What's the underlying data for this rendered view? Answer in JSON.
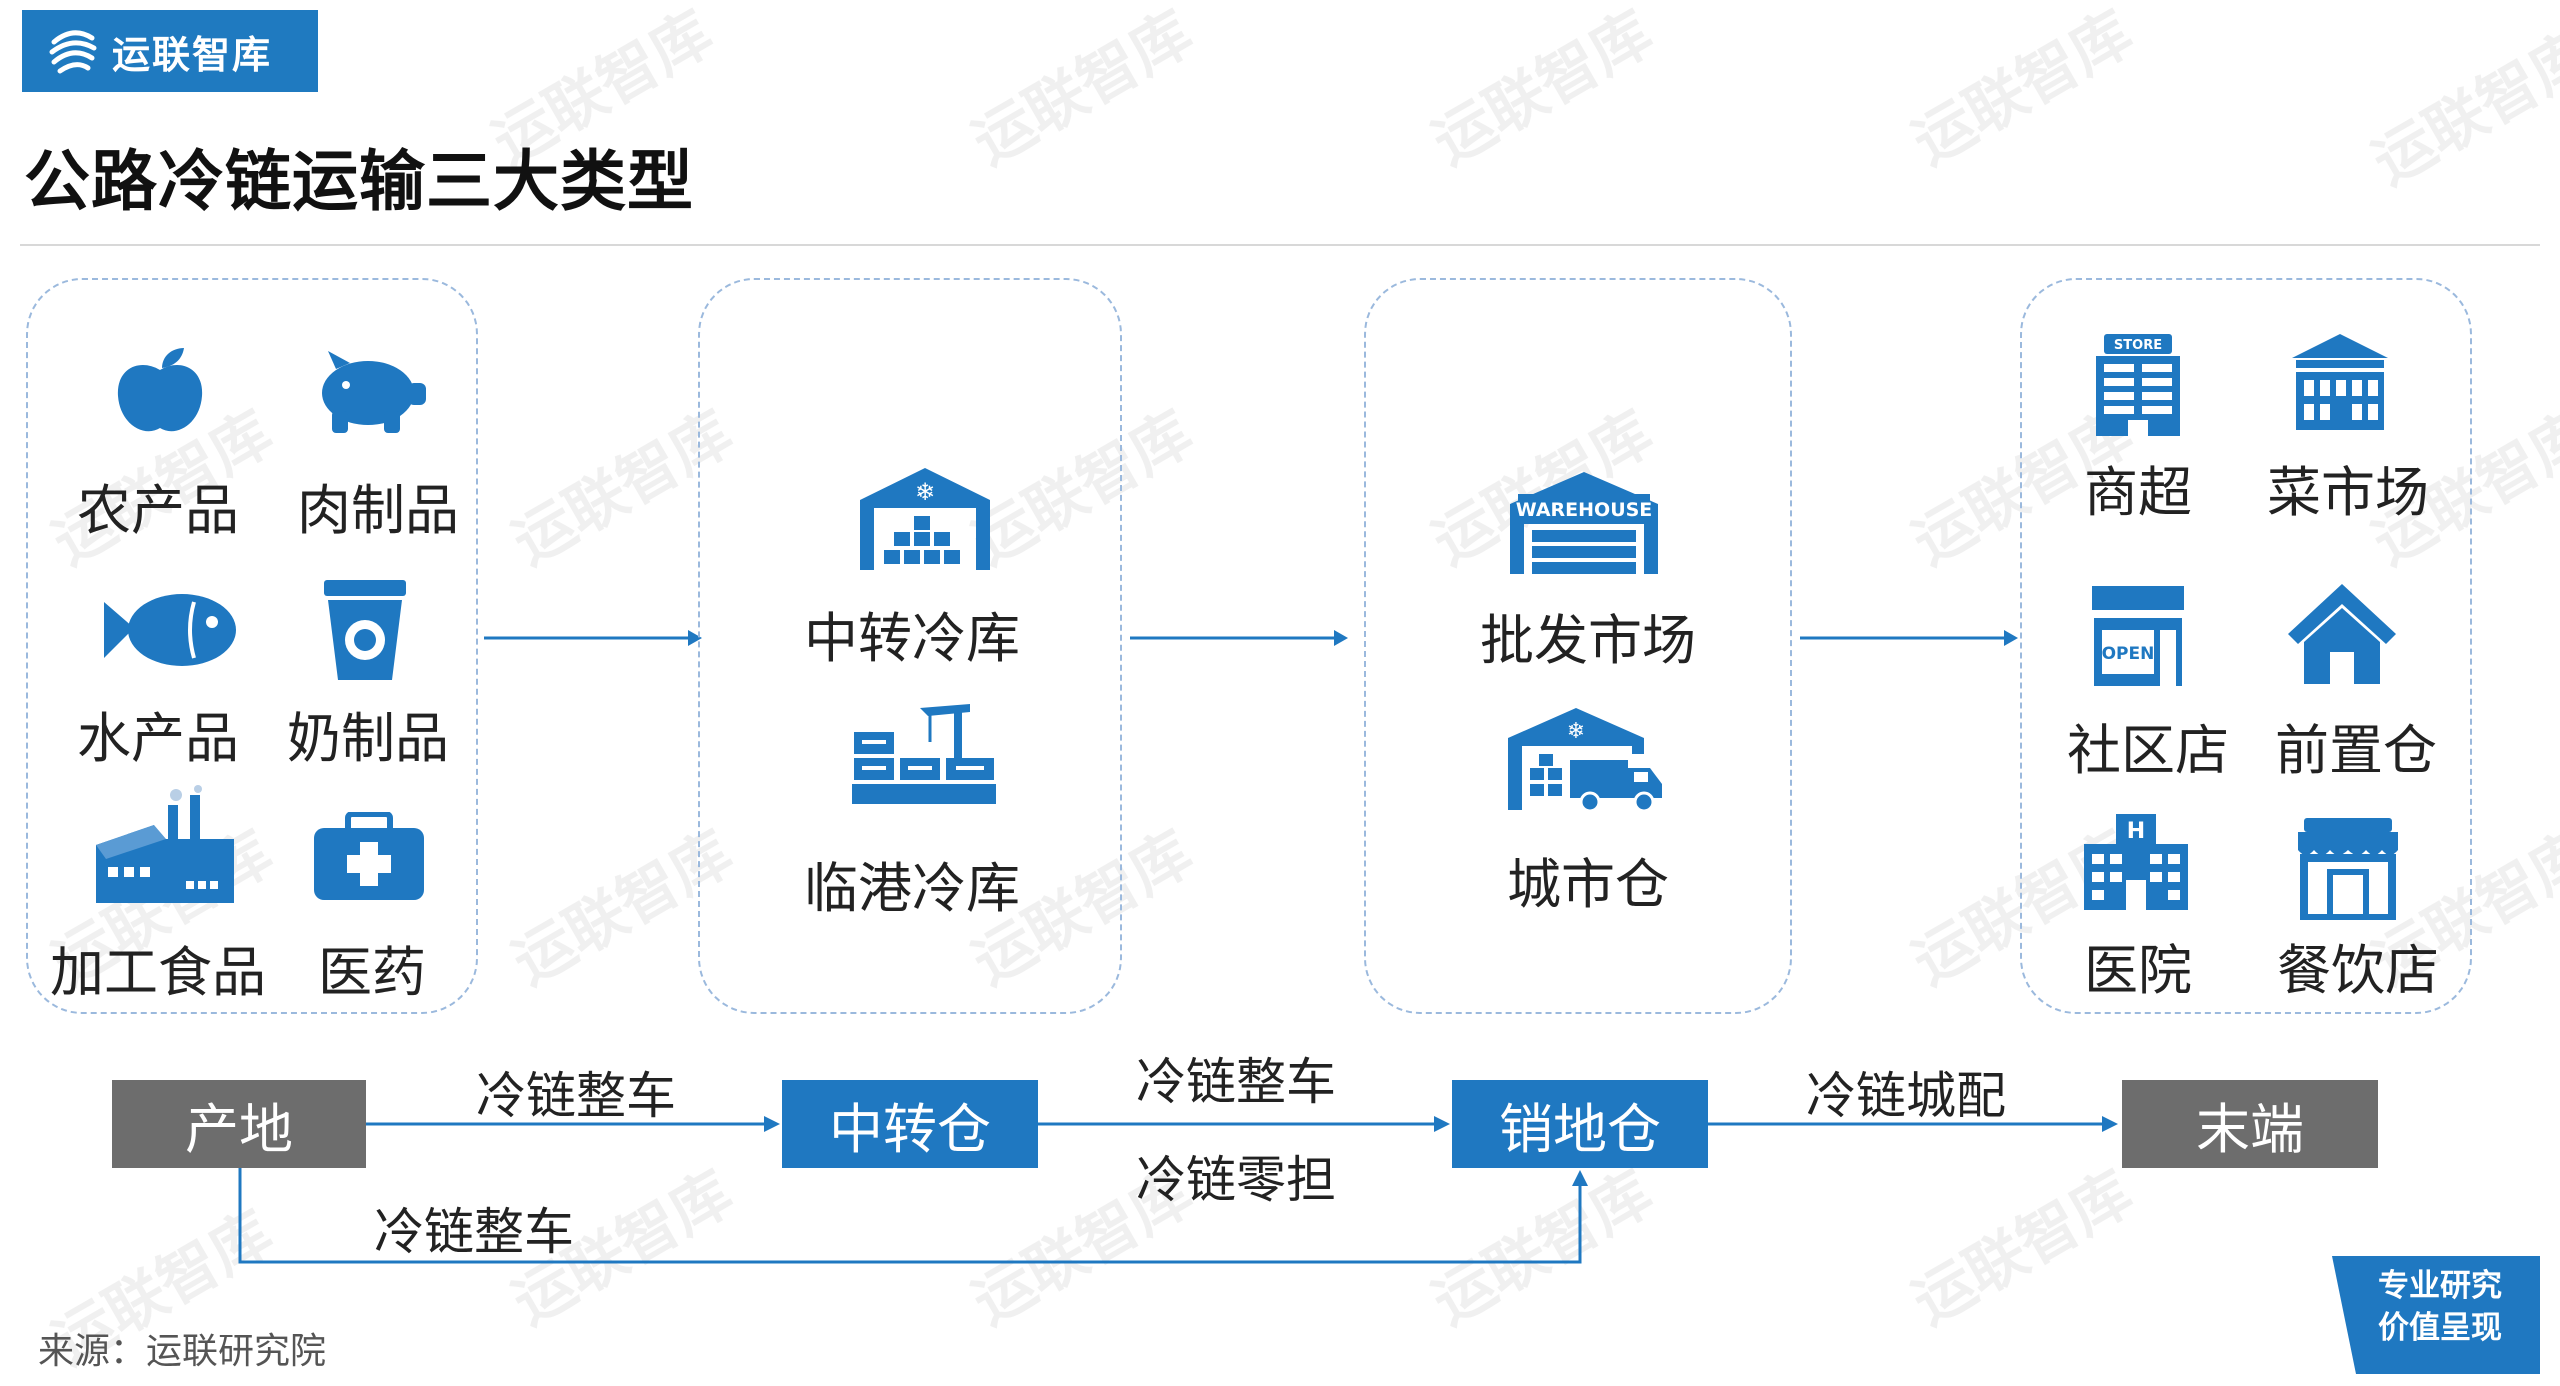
{
  "brand": {
    "name": "运联智库",
    "color": "#1f7ac0"
  },
  "title": "公路冷链运输三大类型",
  "groups": {
    "origin": {
      "items": [
        {
          "label": "农产品",
          "icon": "apple-icon"
        },
        {
          "label": "肉制品",
          "icon": "pig-icon"
        },
        {
          "label": "水产品",
          "icon": "fish-icon"
        },
        {
          "label": "奶制品",
          "icon": "milk-cup-icon"
        },
        {
          "label": "加工食品",
          "icon": "factory-icon"
        },
        {
          "label": "医药",
          "icon": "medical-kit-icon"
        }
      ]
    },
    "transit": {
      "items": [
        {
          "label": "中转冷库",
          "icon": "cold-storage-icon"
        },
        {
          "label": "临港冷库",
          "icon": "port-crane-icon"
        }
      ]
    },
    "sales": {
      "items": [
        {
          "label": "批发市场",
          "icon": "warehouse-icon",
          "icon_text": "WAREHOUSE"
        },
        {
          "label": "城市仓",
          "icon": "warehouse-truck-icon"
        }
      ]
    },
    "terminal": {
      "items": [
        {
          "label": "商超",
          "icon": "store-building-icon",
          "icon_text": "STORE"
        },
        {
          "label": "菜市场",
          "icon": "market-building-icon"
        },
        {
          "label": "社区店",
          "icon": "open-shop-icon",
          "icon_text": "OPEN"
        },
        {
          "label": "前置仓",
          "icon": "house-icon"
        },
        {
          "label": "医院",
          "icon": "hospital-icon",
          "icon_text": "H"
        },
        {
          "label": "餐饮店",
          "icon": "awning-shop-icon"
        }
      ]
    }
  },
  "flow": {
    "nodes": {
      "origin": "产地",
      "transit": "中转仓",
      "sales": "销地仓",
      "terminal": "末端"
    },
    "edges": {
      "origin_to_transit": "冷链整车",
      "transit_to_sales_top": "冷链整车",
      "transit_to_sales_bottom": "冷链零担",
      "sales_to_terminal": "冷链城配",
      "origin_to_sales_direct": "冷链整车"
    }
  },
  "source": "来源：运联研究院",
  "badge": {
    "line1": "专业研究",
    "line2": "价值呈现"
  },
  "colors": {
    "accent": "#1f78c1",
    "node_gray": "#6d6d6d",
    "dash": "#9bb9dd"
  }
}
